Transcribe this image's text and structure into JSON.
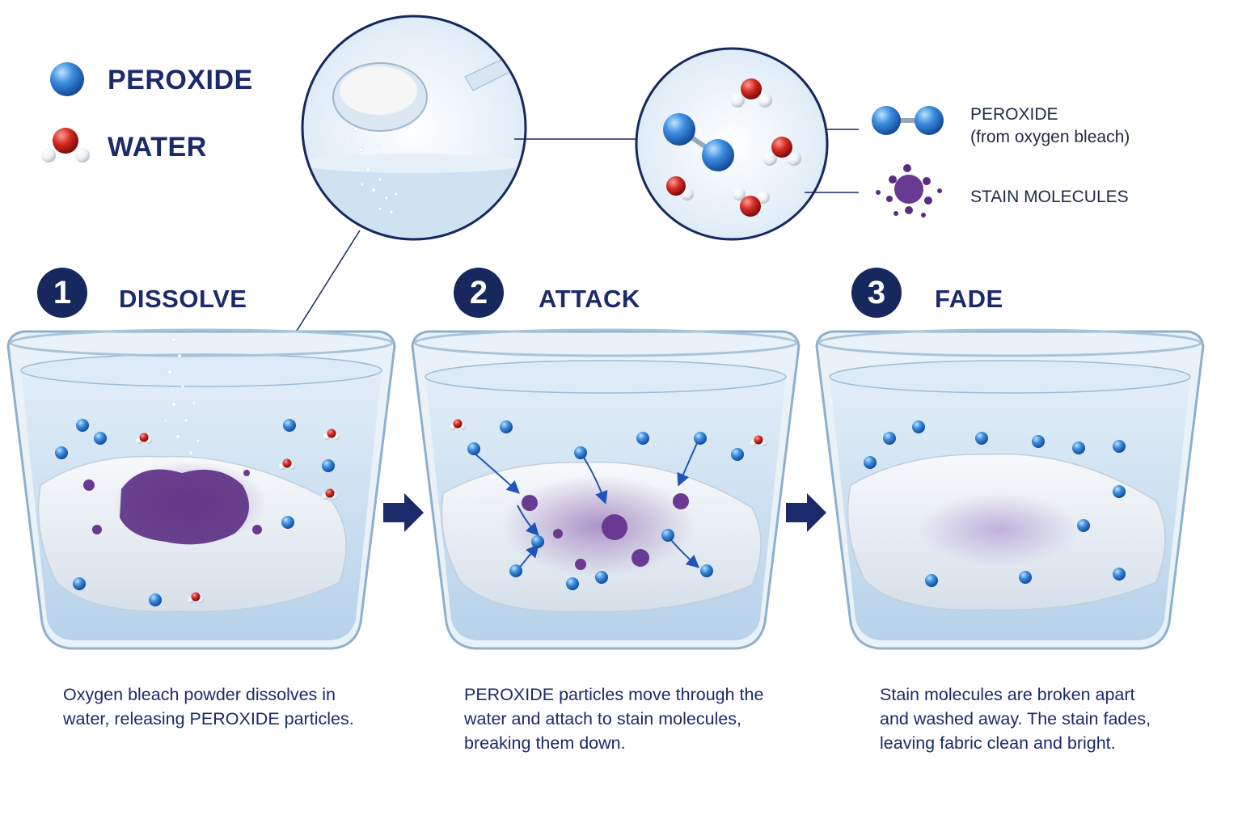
{
  "legend": {
    "peroxide": "PEROXIDE",
    "water": "WATER"
  },
  "key": {
    "peroxide_line1": "PEROXIDE",
    "peroxide_line2": "(from oxygen bleach)",
    "stain": "STAIN MOLECULES"
  },
  "steps": [
    {
      "number": "1",
      "title": "DISSOLVE",
      "caption_line1": "Oxygen bleach powder dissolves in",
      "caption_line2": "water, releasing PEROXIDE particles.",
      "caption_line3": ""
    },
    {
      "number": "2",
      "title": "ATTACK",
      "caption_line1": "PEROXIDE particles move through the",
      "caption_line2": "water and attach to stain molecules,",
      "caption_line3": "breaking them down."
    },
    {
      "number": "3",
      "title": "FADE",
      "caption_line1": "Stain molecules are broken apart",
      "caption_line2": "and washed away. The stain fades,",
      "caption_line3": "leaving fabric clean and bright."
    }
  ],
  "colors": {
    "navy": "#17285f",
    "peroxide_blue": "#2f7fd6",
    "water_red": "#c8201c",
    "stain_purple": "#5b2d82",
    "water_fill": "#cfe3f2"
  }
}
